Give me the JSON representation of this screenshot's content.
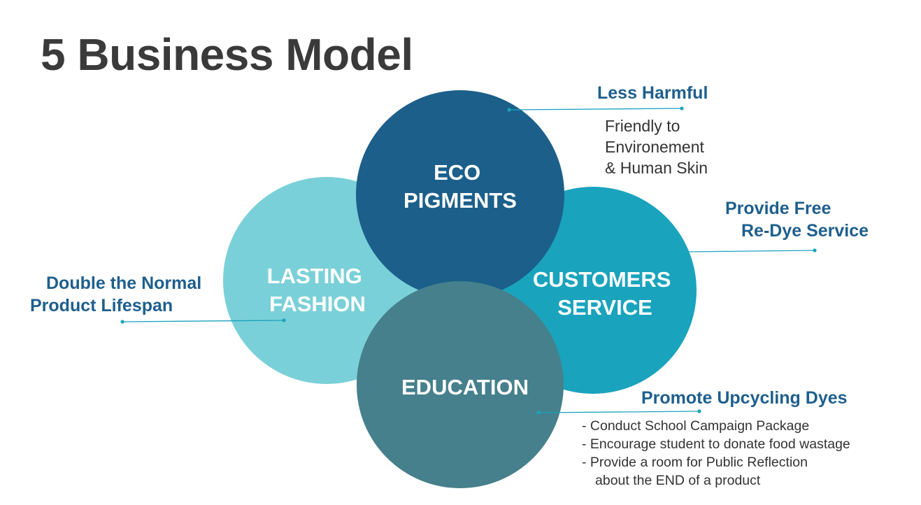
{
  "title": "5 Business Model",
  "circles": {
    "lasting": {
      "line1": "LASTING",
      "line2": "FASHION",
      "color": "#7ad0d8"
    },
    "customers": {
      "line1": "CUSTOMERS",
      "line2": "SERVICE",
      "color": "#1aa3bd"
    },
    "eco": {
      "line1": "ECO",
      "line2": "PIGMENTS",
      "color": "#1b5f8a"
    },
    "education": {
      "line1": "EDUCATION",
      "color": "#45808c"
    }
  },
  "callouts": {
    "less_harmful": {
      "heading": "Less Harmful",
      "lines": [
        "Friendly to",
        "Environement",
        "& Human Skin"
      ]
    },
    "redye": {
      "line1": "Provide Free",
      "line2": "Re-Dye Service"
    },
    "lifespan": {
      "line1": "Double the Normal",
      "line2": "Product Lifespan"
    },
    "upcycling": {
      "heading": "Promote Upcycling Dyes",
      "bullets": [
        "- Conduct School Campaign Package",
        "- Encourage student to donate food wastage",
        "- Provide a room for Public Reflection"
      ],
      "continuation": "about the END of a product"
    }
  },
  "connector_color": "#1aa3bd"
}
